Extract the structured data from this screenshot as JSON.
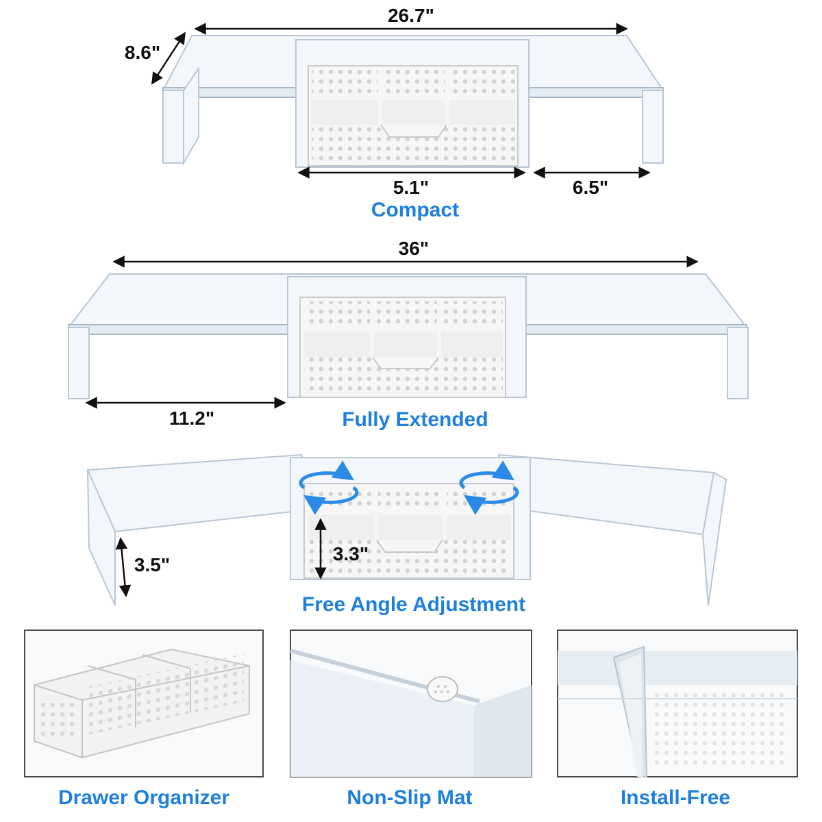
{
  "compact": {
    "width_label": "26.7\"",
    "depth_label": "8.6\"",
    "drawer_label": "5.1\"",
    "leg_label": "6.5\"",
    "caption": "Compact"
  },
  "extended": {
    "width_label": "36\"",
    "side_label": "11.2\"",
    "caption": "Fully Extended"
  },
  "angle": {
    "height_label": "3.5\"",
    "drawer_height_label": "3.3\"",
    "caption": "Free Angle Adjustment"
  },
  "features": [
    {
      "caption": "Drawer Organizer",
      "icon": "drawer-organizer-photo"
    },
    {
      "caption": "Non-Slip Mat",
      "icon": "non-slip-mat-photo"
    },
    {
      "caption": "Install-Free",
      "icon": "install-free-photo"
    }
  ],
  "colors": {
    "caption_blue": "#1e7fdc",
    "dimension_text": "#111111",
    "acrylic": "#f3f7fb",
    "drawer": "#f6f6f6",
    "rotate_arrow": "#2b8ae6"
  }
}
